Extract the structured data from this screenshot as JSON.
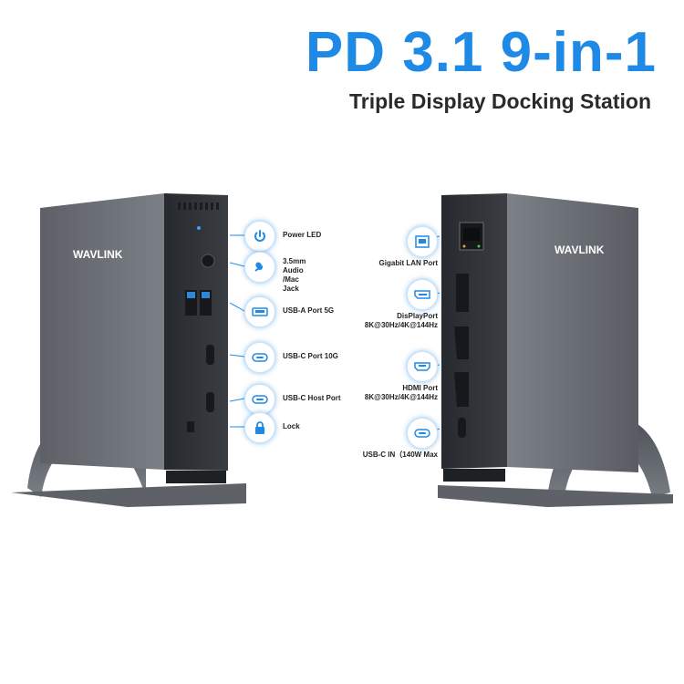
{
  "header": {
    "title": "PD 3.1 9-in-1",
    "subtitle": "Triple Display Docking Station"
  },
  "brand": {
    "logo_text": "WAVLINK"
  },
  "colors": {
    "accent": "#1f8ae6",
    "body": "#6b7077",
    "face": "#2c2f33"
  },
  "left_unit": {
    "callouts": [
      {
        "label": "Power LED",
        "icon": "power-icon"
      },
      {
        "label": "3.5mm Audio\n/Mac Jack",
        "icon": "microphone-icon"
      },
      {
        "label": "USB-A Port 5G",
        "icon": "usb-a-icon"
      },
      {
        "label": "USB-C Port 10G",
        "icon": "usb-c-icon"
      },
      {
        "label": "USB-C Host Port",
        "icon": "usb-c-icon"
      },
      {
        "label": "Lock",
        "icon": "lock-icon"
      }
    ]
  },
  "right_unit": {
    "callouts": [
      {
        "label": "Gigabit LAN Port",
        "icon": "ethernet-icon"
      },
      {
        "label": "DisPlayPort\n8K@30Hz/4K@144Hz",
        "icon": "displayport-icon"
      },
      {
        "label": "HDMI Port\n8K@30Hz/4K@144Hz",
        "icon": "hdmi-icon"
      },
      {
        "label": "USB-C IN（140W Max",
        "icon": "usb-c-icon"
      }
    ]
  }
}
